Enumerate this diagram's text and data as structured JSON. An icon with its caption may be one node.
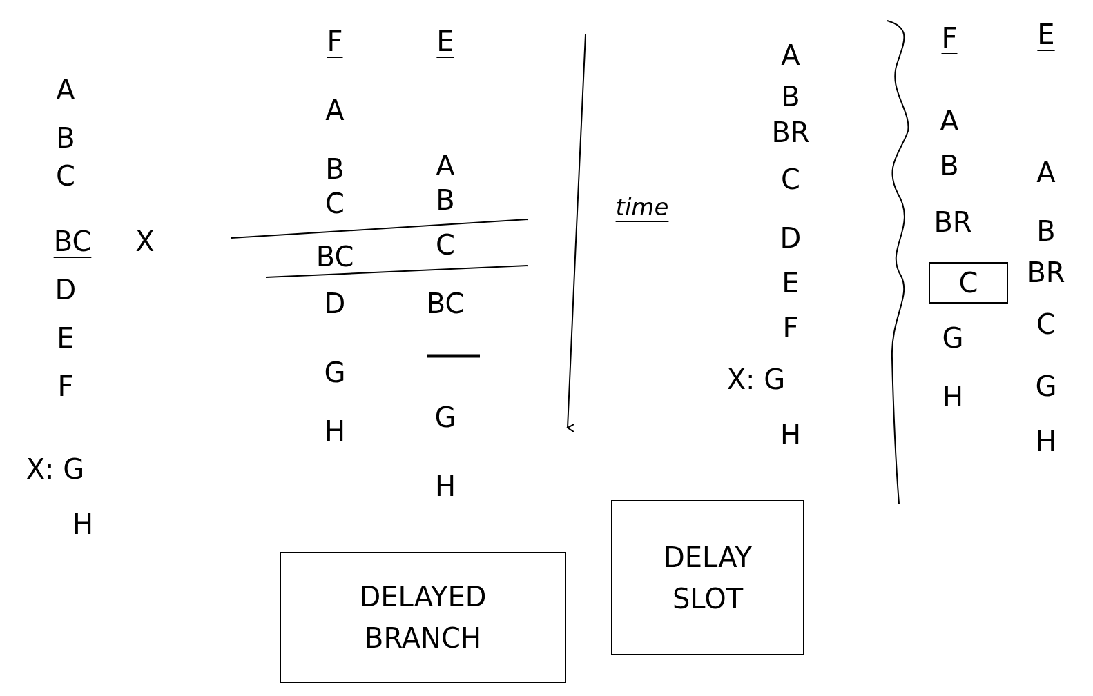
{
  "diagram": {
    "nodes": [
      {
        "text": [
          "DELAYED BRANCH"
        ]
      },
      {
        "text": [
          "DELAY SLOT"
        ]
      },
      {
        "text": [
          "C"
        ]
      }
    ],
    "labels": [
      "A",
      "B",
      "C",
      "BC",
      "X",
      "D",
      "E",
      "F",
      "X: G",
      "H",
      "F",
      "E",
      "A",
      "B",
      "A",
      "C",
      "B",
      "BC",
      "C",
      "D",
      "BC",
      "G",
      "H",
      "G",
      "H",
      "time",
      "A",
      "B",
      "BR",
      "C",
      "D",
      "E",
      "F",
      "X: G",
      "H",
      "F",
      "E",
      "A",
      "B",
      "BR",
      "G",
      "H",
      "A",
      "B",
      "BR",
      "C",
      "G",
      "H"
    ]
  }
}
